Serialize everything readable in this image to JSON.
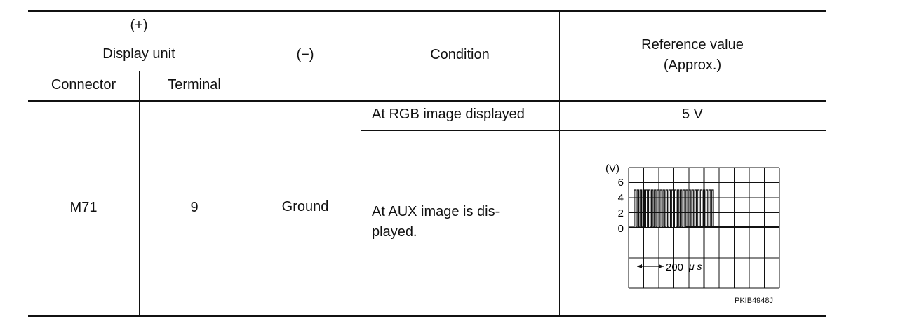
{
  "header": {
    "plus": "(+)",
    "display_unit": "Display unit",
    "connector": "Connector",
    "terminal": "Terminal",
    "minus": "(−)",
    "condition": "Condition",
    "reference_line1": "Reference value",
    "reference_line2": "(Approx.)"
  },
  "row": {
    "connector": "M71",
    "terminal": "9",
    "minus": "Ground",
    "conditions": [
      {
        "condition": "At RGB image displayed",
        "reference": "5 V"
      },
      {
        "condition_line1": "At AUX image is dis-",
        "condition_line2": "played."
      }
    ]
  },
  "waveform": {
    "unit": "(V)",
    "y_ticks": [
      "6",
      "4",
      "2",
      "0"
    ],
    "time_scale": "200",
    "time_unit": "μ s",
    "figure_code": "PKIB4948J"
  }
}
